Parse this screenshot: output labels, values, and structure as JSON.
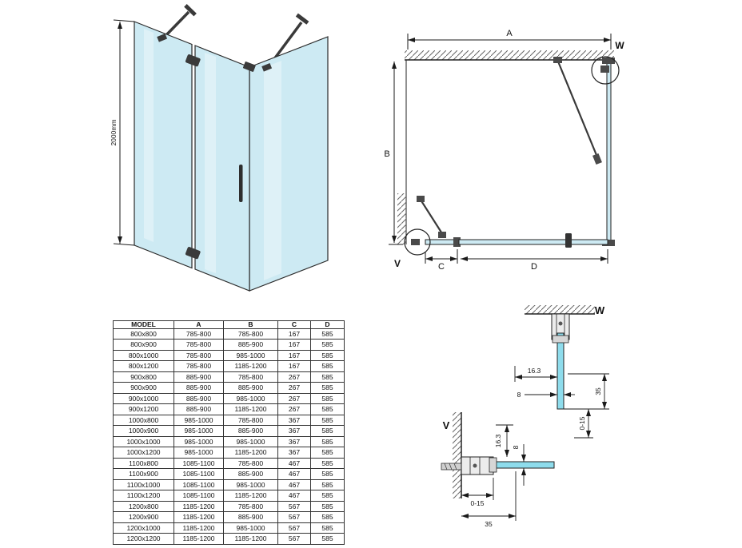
{
  "iso_view": {
    "height_dim_label": "2000mm"
  },
  "plan_view": {
    "dim_a_label": "A",
    "dim_b_label": "B",
    "dim_c_label": "C",
    "dim_d_label": "D",
    "detail_w_label": "W",
    "detail_v_label": "V"
  },
  "detail_w": {
    "title": "W",
    "offset_dim": "16.3",
    "glass_dim": "8",
    "range_dim": "0-15",
    "profile_dim": "35"
  },
  "detail_v": {
    "title": "V",
    "offset_dim": "16.3",
    "glass_dim": "8",
    "range_dim": "0-15",
    "profile_dim": "35"
  },
  "spec_table": {
    "headers": [
      "MODEL",
      "A",
      "B",
      "C",
      "D"
    ],
    "rows": [
      [
        "800x800",
        "785-800",
        "785-800",
        "167",
        "585"
      ],
      [
        "800x900",
        "785-800",
        "885-900",
        "167",
        "585"
      ],
      [
        "800x1000",
        "785-800",
        "985-1000",
        "167",
        "585"
      ],
      [
        "800x1200",
        "785-800",
        "1185-1200",
        "167",
        "585"
      ],
      [
        "900x800",
        "885-900",
        "785-800",
        "267",
        "585"
      ],
      [
        "900x900",
        "885-900",
        "885-900",
        "267",
        "585"
      ],
      [
        "900x1000",
        "885-900",
        "985-1000",
        "267",
        "585"
      ],
      [
        "900x1200",
        "885-900",
        "1185-1200",
        "267",
        "585"
      ],
      [
        "1000x800",
        "985-1000",
        "785-800",
        "367",
        "585"
      ],
      [
        "1000x900",
        "985-1000",
        "885-900",
        "367",
        "585"
      ],
      [
        "1000x1000",
        "985-1000",
        "985-1000",
        "367",
        "585"
      ],
      [
        "1000x1200",
        "985-1000",
        "1185-1200",
        "367",
        "585"
      ],
      [
        "1100x800",
        "1085-1100",
        "785-800",
        "467",
        "585"
      ],
      [
        "1100x900",
        "1085-1100",
        "885-900",
        "467",
        "585"
      ],
      [
        "1100x1000",
        "1085-1100",
        "985-1000",
        "467",
        "585"
      ],
      [
        "1100x1200",
        "1085-1100",
        "1185-1200",
        "467",
        "585"
      ],
      [
        "1200x800",
        "1185-1200",
        "785-800",
        "567",
        "585"
      ],
      [
        "1200x900",
        "1185-1200",
        "885-900",
        "567",
        "585"
      ],
      [
        "1200x1000",
        "1185-1200",
        "985-1000",
        "567",
        "585"
      ],
      [
        "1200x1200",
        "1185-1200",
        "1185-1200",
        "567",
        "585"
      ]
    ]
  },
  "colors": {
    "glass": "#cdeaf3",
    "glass_accent": "#8edcec",
    "line": "#1a1a1a"
  }
}
